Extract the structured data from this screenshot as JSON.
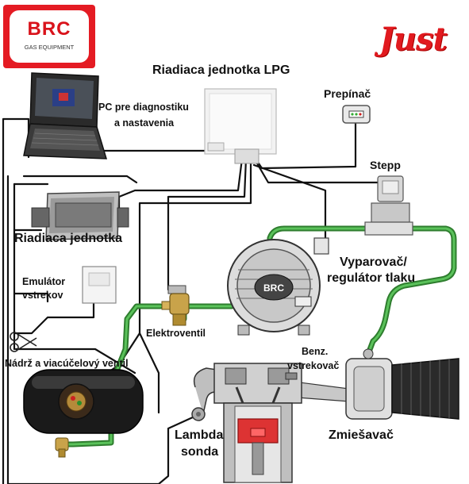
{
  "logos": {
    "brc_text": "BRC",
    "brc_tagline": "GAS EQUIPMENT",
    "just_text": "Just"
  },
  "labels": {
    "ecu_lpg": "Riadiaca jednotka LPG",
    "pc_line1": "PC pre diagnostiku",
    "pc_line2": "a nastavenia",
    "switch": "Prepínač",
    "stepp": "Stepp",
    "ecu": "Riadiaca jednotka",
    "emulator_line1": "Emulátor",
    "emulator_line2": "vstrekov",
    "vaporizer_line1": "Vyparovač/",
    "vaporizer_line2": "regulátor tlaku",
    "solenoid": "Elektroventil",
    "tank": "Nádrž a viacúčelový ventil",
    "petrol_injector_line1": "Benz.",
    "petrol_injector_line2": "vstrekovač",
    "lambda_line1": "Lambda",
    "lambda_line2": "sonda",
    "mixer": "Zmiešavač"
  },
  "colors": {
    "gas_pipe": "#3a9a3a",
    "wire": "#111111",
    "brand_red": "#e41b23"
  }
}
